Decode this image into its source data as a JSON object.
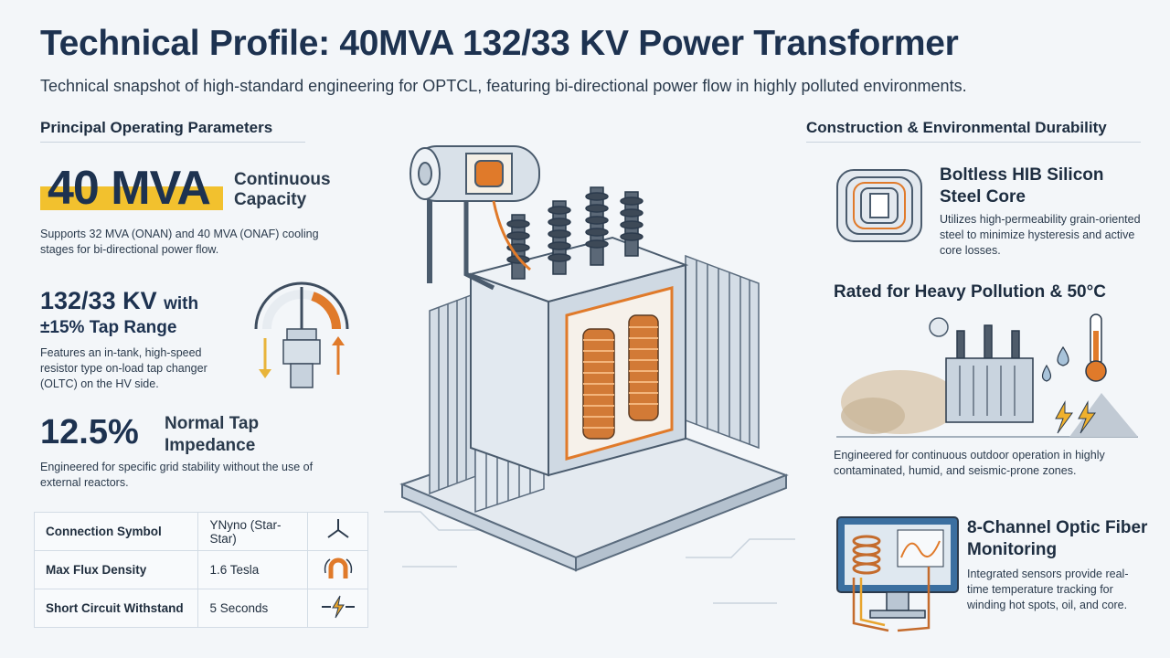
{
  "header": {
    "title": "Technical Profile: 40MVA 132/33 KV Power Transformer",
    "subtitle": "Technical snapshot of high-standard engineering for OPTCL, featuring bi-directional power flow in highly polluted environments."
  },
  "left": {
    "section_title": "Principal Operating Parameters",
    "capacity": {
      "value": "40 MVA",
      "label": "Continuous Capacity",
      "description": "Supports 32 MVA (ONAN) and 40 MVA (ONAF) cooling stages for bi-directional power flow."
    },
    "voltage": {
      "value": "132/33 KV",
      "with": "with",
      "tap_range": "±15% Tap Range",
      "description": "Features an in-tank, high-speed resistor type on-load tap changer (OLTC) on the HV side."
    },
    "impedance": {
      "value": "12.5%",
      "label": "Normal Tap Impedance",
      "description": "Engineered for specific grid stability without the use of external reactors."
    },
    "table": [
      {
        "key": "Connection Symbol",
        "value": "YNyno (Star-Star)",
        "icon": "star-connection-icon"
      },
      {
        "key": "Max Flux Density",
        "value": "1.6 Tesla",
        "icon": "magnet-icon"
      },
      {
        "key": "Short Circuit Withstand",
        "value": "5 Seconds",
        "icon": "lightning-icon"
      }
    ]
  },
  "right": {
    "section_title": "Construction & Environmental Durability",
    "core": {
      "title": "Boltless HIB Silicon Steel Core",
      "description": "Utilizes high-permeability grain-oriented steel to minimize hysteresis and active core losses."
    },
    "pollution": {
      "title": "Rated for Heavy Pollution & 50°C",
      "description": "Engineered for continuous outdoor operation in highly contaminated, humid, and seismic-prone zones."
    },
    "monitoring": {
      "title": "8-Channel Optic Fiber Monitoring",
      "description": "Integrated sensors provide real-time temperature tracking for winding hot spots, oil, and core."
    }
  },
  "colors": {
    "title": "#1d3250",
    "highlight": "#f2c12e",
    "copper": "#d87a2c",
    "steel": "#b9c6d3"
  }
}
